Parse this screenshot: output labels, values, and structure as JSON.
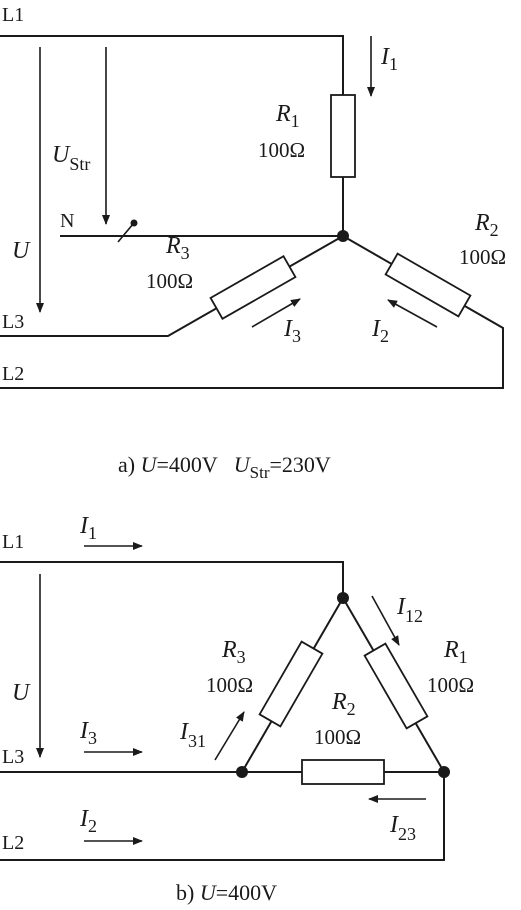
{
  "diagram_a": {
    "lines": {
      "l1": "L1",
      "l2": "L2",
      "l3": "L3",
      "n": "N"
    },
    "voltages": {
      "u": "U",
      "ustr_main": "U",
      "ustr_sub": "Str"
    },
    "resistors": [
      {
        "id": "R1",
        "main": "R",
        "sub": "1",
        "value": "100Ω"
      },
      {
        "id": "R2",
        "main": "R",
        "sub": "2",
        "value": "100Ω"
      },
      {
        "id": "R3",
        "main": "R",
        "sub": "3",
        "value": "100Ω"
      }
    ],
    "currents": [
      {
        "id": "I1",
        "main": "I",
        "sub": "1"
      },
      {
        "id": "I2",
        "main": "I",
        "sub": "2"
      },
      {
        "id": "I3",
        "main": "I",
        "sub": "3"
      }
    ],
    "caption": {
      "prefix": "a) ",
      "u": "U",
      "u_val": "=400V",
      "ustr_main": "U",
      "ustr_sub": "Str",
      "ustr_val": "=230V"
    }
  },
  "diagram_b": {
    "lines": {
      "l1": "L1",
      "l2": "L2",
      "l3": "L3"
    },
    "voltages": {
      "u": "U"
    },
    "resistors": [
      {
        "id": "R1",
        "main": "R",
        "sub": "1",
        "value": "100Ω"
      },
      {
        "id": "R2",
        "main": "R",
        "sub": "2",
        "value": "100Ω"
      },
      {
        "id": "R3",
        "main": "R",
        "sub": "3",
        "value": "100Ω"
      }
    ],
    "currents": [
      {
        "id": "I1",
        "main": "I",
        "sub": "1"
      },
      {
        "id": "I2",
        "main": "I",
        "sub": "2"
      },
      {
        "id": "I3",
        "main": "I",
        "sub": "3"
      },
      {
        "id": "I12",
        "main": "I",
        "sub": "12"
      },
      {
        "id": "I23",
        "main": "I",
        "sub": "23"
      },
      {
        "id": "I31",
        "main": "I",
        "sub": "31"
      }
    ],
    "caption": {
      "prefix": "b) ",
      "u": "U",
      "u_val": "=400V"
    }
  }
}
